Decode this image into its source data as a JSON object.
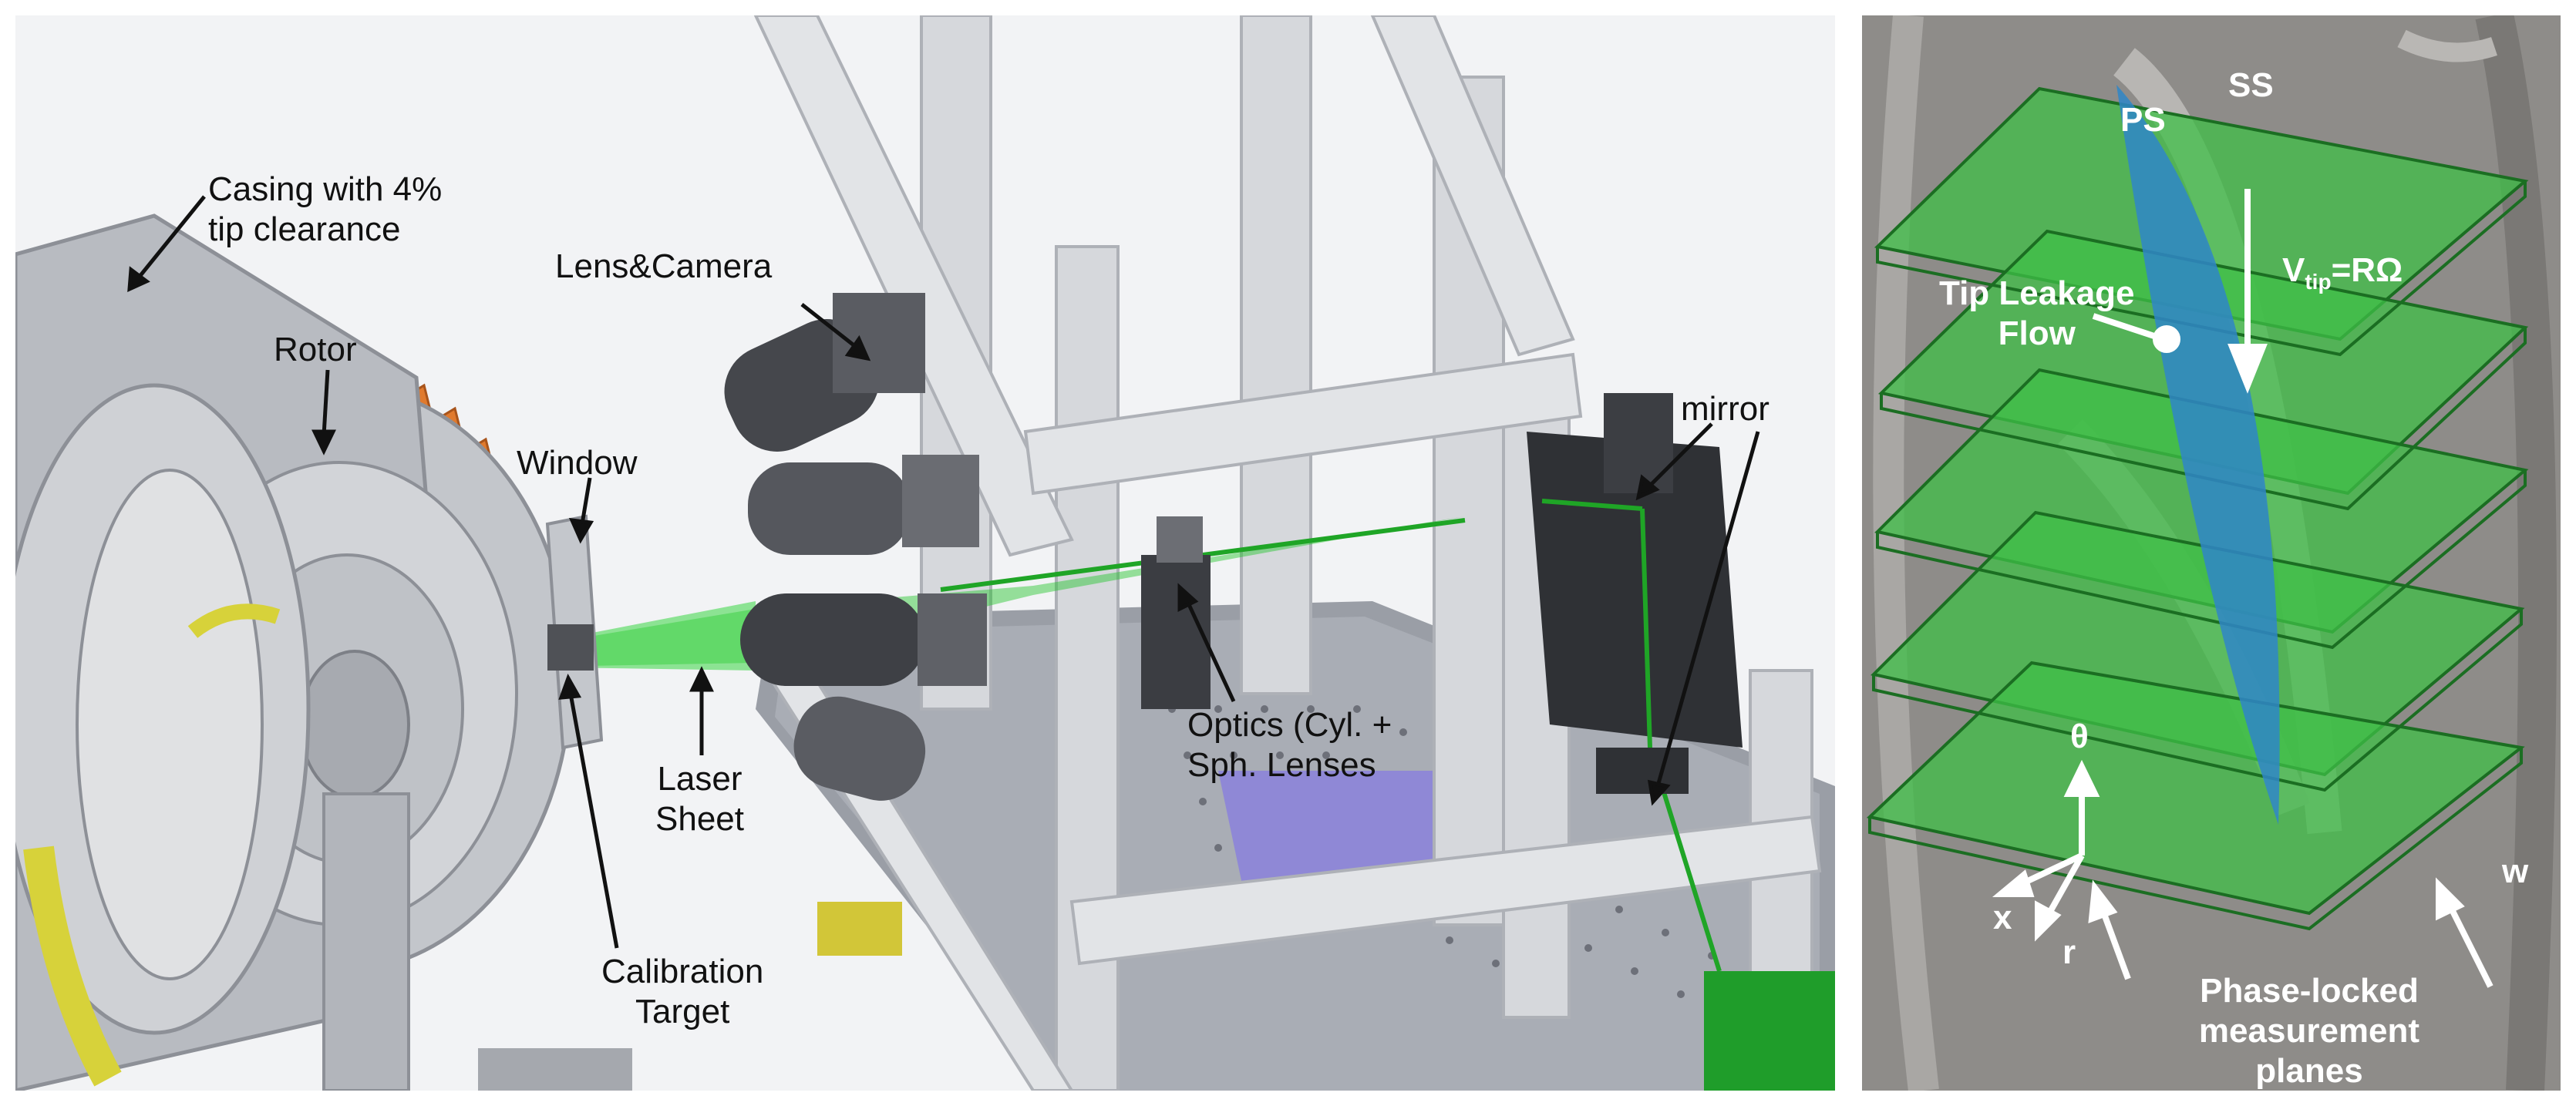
{
  "left_panel": {
    "labels": {
      "casing": [
        "Casing with 4%",
        "tip clearance"
      ],
      "rotor": "Rotor",
      "window": "Window",
      "lens_camera": "Lens&Camera",
      "mirror": "mirror",
      "laser_sheet": [
        "Laser",
        "Sheet"
      ],
      "optics": [
        "Optics (Cyl. +",
        "Sph. Lenses"
      ],
      "calibration": [
        "Calibration",
        "Target"
      ]
    }
  },
  "right_panel": {
    "labels": {
      "ps": "PS",
      "ss": "SS",
      "vtip_main": "V",
      "vtip_sub": "tip",
      "vtip_rest": "=RΩ",
      "tip_leakage": [
        "Tip Leakage",
        "Flow"
      ],
      "theta": "θ",
      "x": "x",
      "r": "r",
      "w": "w",
      "planes": [
        "Phase-locked",
        "measurement planes"
      ]
    }
  },
  "colors": {
    "laser_green": "#22c52a",
    "plane_green": "#3fbf47",
    "blade_blue": "#2f86c8",
    "rotor_orange": "#e07a2e",
    "casing_grey": "#bfc2c7"
  }
}
